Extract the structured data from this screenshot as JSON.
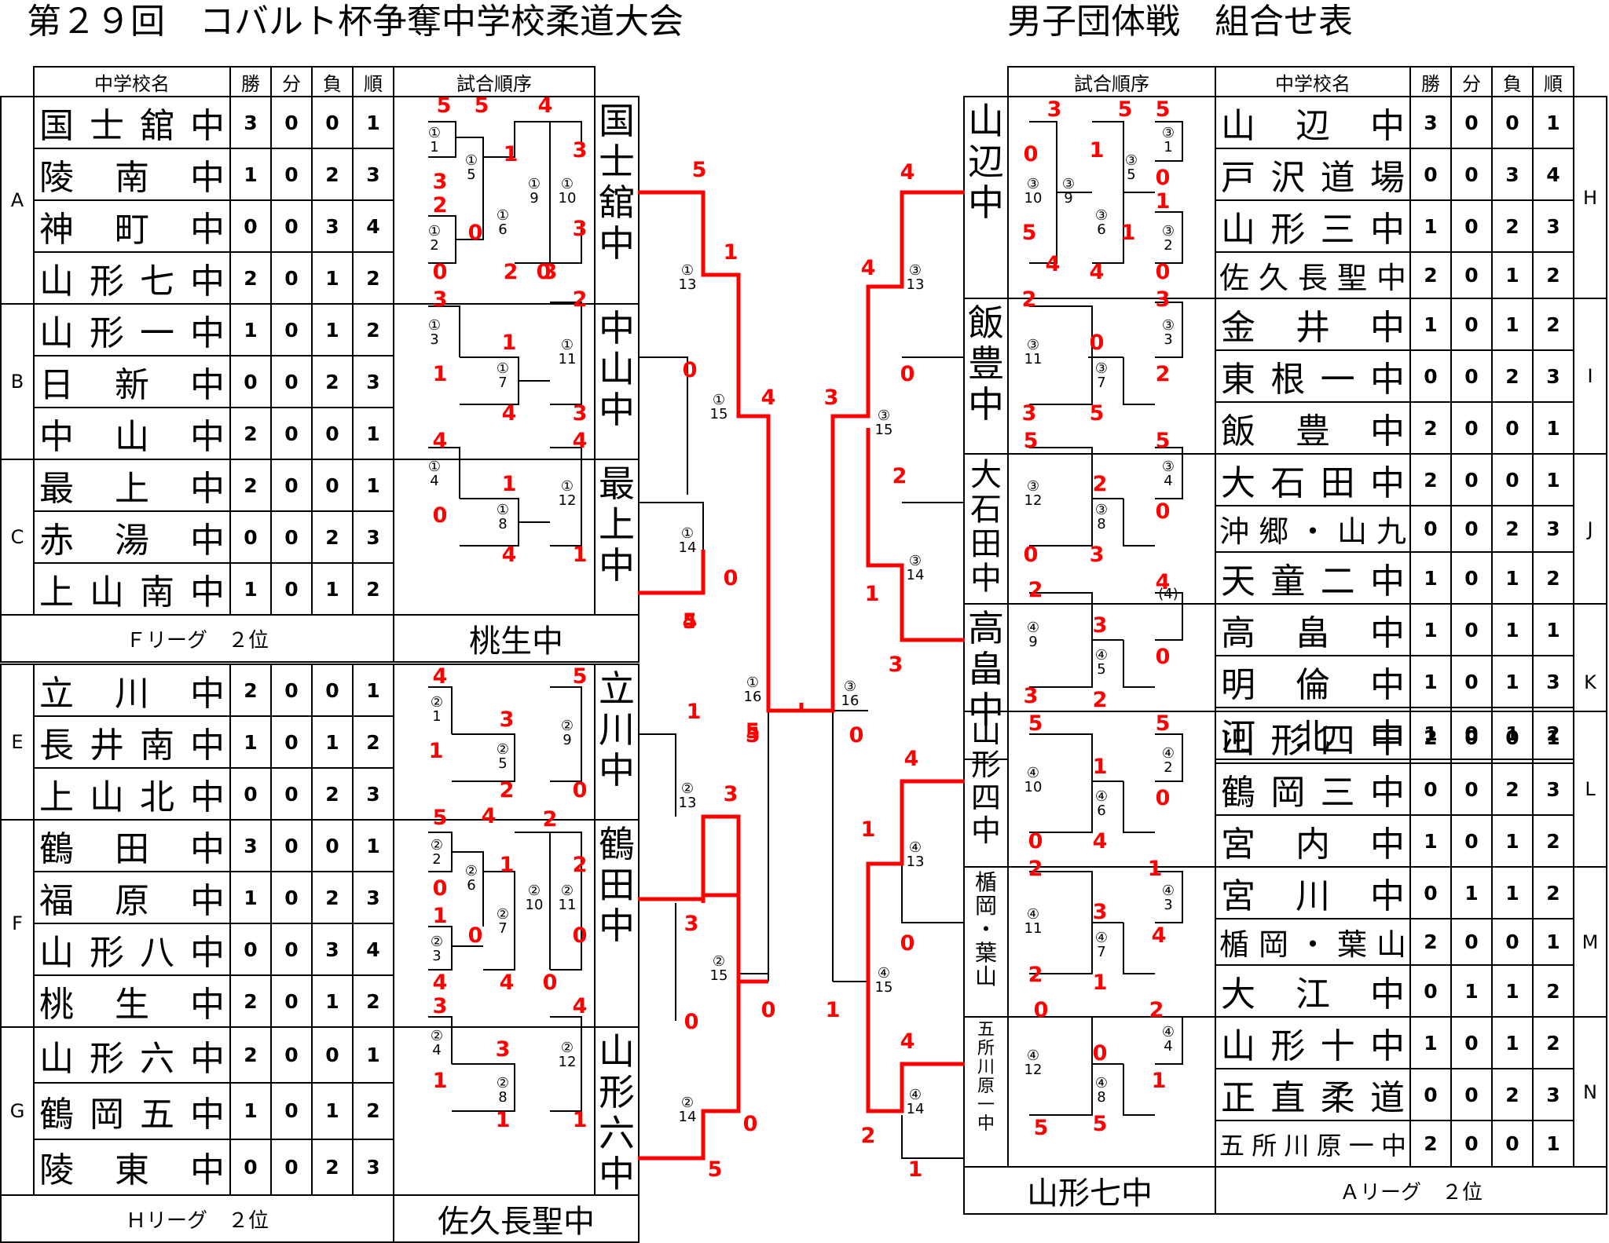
{
  "title_left": "第２９回　コバルト杯争奪中学校柔道大会",
  "title_right": "男子団体戦　組合せ表",
  "headers": {
    "school": "中学校名",
    "win": "勝",
    "draw": "分",
    "loss": "負",
    "rank": "順",
    "order": "試合順序"
  },
  "left_top": {
    "groups": [
      {
        "label": "A",
        "vteam": "国士舘中",
        "rows": [
          {
            "name": "国士舘中",
            "w": "3",
            "d": "0",
            "l": "0",
            "r": "1"
          },
          {
            "name": "陵南中",
            "w": "1",
            "d": "0",
            "l": "2",
            "r": "3"
          },
          {
            "name": "神町中",
            "w": "0",
            "d": "0",
            "l": "3",
            "r": "4"
          },
          {
            "name": "山形七中",
            "w": "2",
            "d": "0",
            "l": "1",
            "r": "2"
          }
        ]
      },
      {
        "label": "B",
        "vteam": "中山中",
        "rows": [
          {
            "name": "山形一中",
            "w": "1",
            "d": "0",
            "l": "1",
            "r": "2"
          },
          {
            "name": "日新中",
            "w": "0",
            "d": "0",
            "l": "2",
            "r": "3"
          },
          {
            "name": "中山中",
            "w": "2",
            "d": "0",
            "l": "0",
            "r": "1"
          }
        ]
      },
      {
        "label": "C",
        "vteam": "最上中",
        "rows": [
          {
            "name": "最上中",
            "w": "2",
            "d": "0",
            "l": "0",
            "r": "1"
          },
          {
            "name": "赤湯中",
            "w": "0",
            "d": "0",
            "l": "2",
            "r": "3"
          },
          {
            "name": "上山南中",
            "w": "1",
            "d": "0",
            "l": "1",
            "r": "2"
          }
        ]
      }
    ],
    "footer_label": "Ｆリーグ　２位",
    "footer_team": "桃生中"
  },
  "left_bottom": {
    "groups": [
      {
        "label": "E",
        "vteam": "立川中",
        "rows": [
          {
            "name": "立川中",
            "w": "2",
            "d": "0",
            "l": "0",
            "r": "1"
          },
          {
            "name": "長井南中",
            "w": "1",
            "d": "0",
            "l": "1",
            "r": "2"
          },
          {
            "name": "上山北中",
            "w": "0",
            "d": "0",
            "l": "2",
            "r": "3"
          }
        ]
      },
      {
        "label": "F",
        "vteam": "鶴田中",
        "rows": [
          {
            "name": "鶴田中",
            "w": "3",
            "d": "0",
            "l": "0",
            "r": "1"
          },
          {
            "name": "福原中",
            "w": "1",
            "d": "0",
            "l": "2",
            "r": "3"
          },
          {
            "name": "山形八中",
            "w": "0",
            "d": "0",
            "l": "3",
            "r": "4"
          },
          {
            "name": "桃生中",
            "w": "2",
            "d": "0",
            "l": "1",
            "r": "2"
          }
        ]
      },
      {
        "label": "G",
        "vteam": "山形六中",
        "rows": [
          {
            "name": "山形六中",
            "w": "2",
            "d": "0",
            "l": "0",
            "r": "1"
          },
          {
            "name": "鶴岡五中",
            "w": "1",
            "d": "0",
            "l": "1",
            "r": "2"
          },
          {
            "name": "陵東中",
            "w": "0",
            "d": "0",
            "l": "2",
            "r": "3"
          }
        ]
      }
    ],
    "footer_label": "Ｈリーグ　２位",
    "footer_team": "佐久長聖中"
  },
  "right_top": {
    "groups": [
      {
        "label": "H",
        "vteam": "山辺中",
        "rows": [
          {
            "name": "山辺中",
            "w": "3",
            "d": "0",
            "l": "0",
            "r": "1"
          },
          {
            "name": "戸沢道場",
            "w": "0",
            "d": "0",
            "l": "3",
            "r": "4"
          },
          {
            "name": "山形三中",
            "w": "1",
            "d": "0",
            "l": "2",
            "r": "3"
          },
          {
            "name": "佐久長聖中",
            "w": "2",
            "d": "0",
            "l": "1",
            "r": "2"
          }
        ]
      },
      {
        "label": "I",
        "vteam": "飯豊中",
        "rows": [
          {
            "name": "金井中",
            "w": "1",
            "d": "0",
            "l": "1",
            "r": "2"
          },
          {
            "name": "東根一中",
            "w": "0",
            "d": "0",
            "l": "2",
            "r": "3"
          },
          {
            "name": "飯豊中",
            "w": "2",
            "d": "0",
            "l": "0",
            "r": "1"
          }
        ]
      },
      {
        "label": "J",
        "vteam": "大石田中",
        "rows": [
          {
            "name": "大石田中",
            "w": "2",
            "d": "0",
            "l": "0",
            "r": "1"
          },
          {
            "name": "沖郷・山九",
            "w": "0",
            "d": "0",
            "l": "2",
            "r": "3"
          },
          {
            "name": "天童二中",
            "w": "1",
            "d": "0",
            "l": "1",
            "r": "2"
          }
        ]
      },
      {
        "label": "K",
        "vteam": "高畠中",
        "rows": [
          {
            "name": "高畠中",
            "w": "1",
            "d": "0",
            "l": "1",
            "r": "1"
          },
          {
            "name": "明倫中",
            "w": "1",
            "d": "0",
            "l": "1",
            "r": "3"
          },
          {
            "name": "河北中",
            "w": "1",
            "d": "0",
            "l": "1",
            "r": "2"
          }
        ]
      }
    ]
  },
  "right_bottom": {
    "groups": [
      {
        "label": "L",
        "vteam": "山形四中",
        "rows": [
          {
            "name": "山形四中",
            "w": "2",
            "d": "0",
            "l": "0",
            "r": "1"
          },
          {
            "name": "鶴岡三中",
            "w": "0",
            "d": "0",
            "l": "2",
            "r": "3"
          },
          {
            "name": "宮内中",
            "w": "1",
            "d": "0",
            "l": "1",
            "r": "2"
          }
        ]
      },
      {
        "label": "M",
        "vteam": "楯岡・葉山",
        "rows": [
          {
            "name": "宮川中",
            "w": "0",
            "d": "1",
            "l": "1",
            "r": "2"
          },
          {
            "name": "楯岡・葉山",
            "w": "2",
            "d": "0",
            "l": "0",
            "r": "1"
          },
          {
            "name": "大江中",
            "w": "0",
            "d": "1",
            "l": "1",
            "r": "2"
          }
        ]
      },
      {
        "label": "N",
        "vteam": "五所川原一中",
        "rows": [
          {
            "name": "山形十中",
            "w": "1",
            "d": "0",
            "l": "1",
            "r": "2"
          },
          {
            "name": "正直柔道",
            "w": "0",
            "d": "0",
            "l": "2",
            "r": "3"
          },
          {
            "name": "五所川原一中",
            "w": "2",
            "d": "0",
            "l": "0",
            "r": "1"
          }
        ]
      }
    ],
    "footer_label": "Ａリーグ　２位",
    "footer_team": "山形七中"
  },
  "match_numbers": {
    "left_top": [
      "①1",
      "①2",
      "①3",
      "①4",
      "①5",
      "①6",
      "①7",
      "①8",
      "①9",
      "①10",
      "①11",
      "①12"
    ],
    "left_bottom": [
      "②1",
      "②2",
      "②3",
      "②4",
      "②5",
      "②6",
      "②7",
      "②8",
      "②9",
      "②10",
      "②11",
      "②12"
    ],
    "right_top": [
      "③1",
      "③2",
      "③3",
      "③4",
      "③5",
      "③6",
      "③7",
      "③8",
      "③9",
      "③10",
      "③11",
      "③12",
      "(4)",
      "④5",
      "④9"
    ],
    "right_bottom": [
      "④2",
      "④3",
      "④4",
      "④6",
      "④7",
      "④8",
      "④10",
      "④11",
      "④12"
    ],
    "bracket": [
      "①13",
      "①14",
      "①15",
      "①16",
      "②13",
      "②14",
      "②15",
      "③13",
      "③14",
      "③15",
      "③16",
      "④13",
      "④14",
      "④15"
    ]
  },
  "league_scores": {
    "A": [
      "5",
      "5",
      "4",
      "3",
      "3",
      "0",
      "1",
      "2",
      "0",
      "2",
      "3",
      "3",
      "0"
    ],
    "B": [
      "3",
      "2",
      "1",
      "1",
      "4",
      "3"
    ],
    "C": [
      "4",
      "4",
      "1",
      "0",
      "4",
      "1"
    ],
    "E": [
      "4",
      "5",
      "3",
      "1",
      "2",
      "0"
    ],
    "F": [
      "5",
      "4",
      "2",
      "0",
      "1",
      "2",
      "1",
      "0",
      "0",
      "4",
      "4",
      "0"
    ],
    "G": [
      "3",
      "4",
      "3",
      "1",
      "1",
      "1"
    ],
    "H": [
      "3",
      "5",
      "5",
      "0",
      "1",
      "0",
      "1",
      "5",
      "1",
      "4",
      "4",
      "0"
    ],
    "I": [
      "2",
      "3",
      "0",
      "2",
      "3",
      "5"
    ],
    "J": [
      "5",
      "5",
      "2",
      "0",
      "0",
      "3"
    ],
    "K": [
      "2",
      "4",
      "3",
      "0",
      "3",
      "2"
    ],
    "L": [
      "5",
      "5",
      "1",
      "0",
      "0",
      "4"
    ],
    "M": [
      "2",
      "1",
      "3",
      "4",
      "2",
      "1"
    ],
    "N": [
      "0",
      "2",
      "0",
      "1",
      "5",
      "5"
    ]
  },
  "bracket_scores": {
    "left_top": [
      "5",
      "0",
      "1",
      "0",
      "4",
      "5",
      "4"
    ],
    "left_bottom": [
      "1",
      "3",
      "3",
      "0",
      "0",
      "5",
      "5",
      "0"
    ],
    "right_top": [
      "4",
      "0",
      "4",
      "3",
      "2",
      "1",
      "3"
    ],
    "right_bottom": [
      "4",
      "1",
      "0",
      "4",
      "2",
      "1",
      "1"
    ],
    "final": [
      "5",
      "0"
    ]
  },
  "colors": {
    "winner_line": "#ff0000",
    "score": "#ff0000",
    "line": "#000000"
  }
}
